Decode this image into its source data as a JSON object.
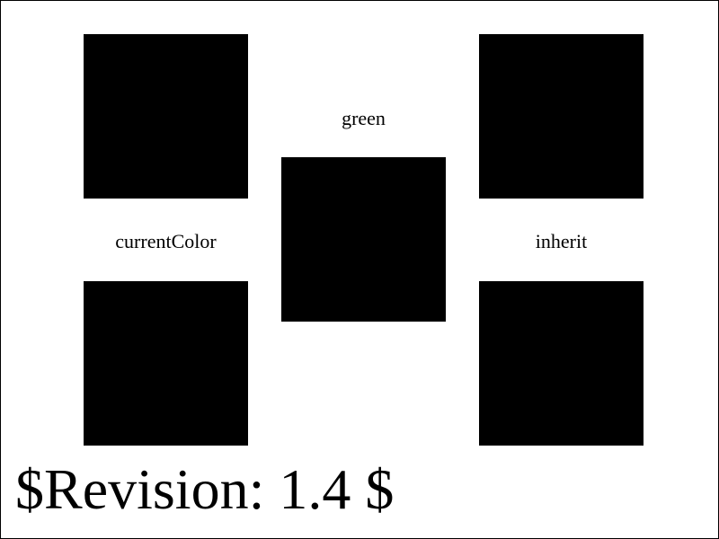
{
  "labels": {
    "left": "currentColor",
    "center": "green",
    "right": "inherit"
  },
  "footer": {
    "revision": "$Revision: 1.4 $"
  },
  "colors": {
    "swatch": "#000000",
    "background": "#ffffff"
  }
}
